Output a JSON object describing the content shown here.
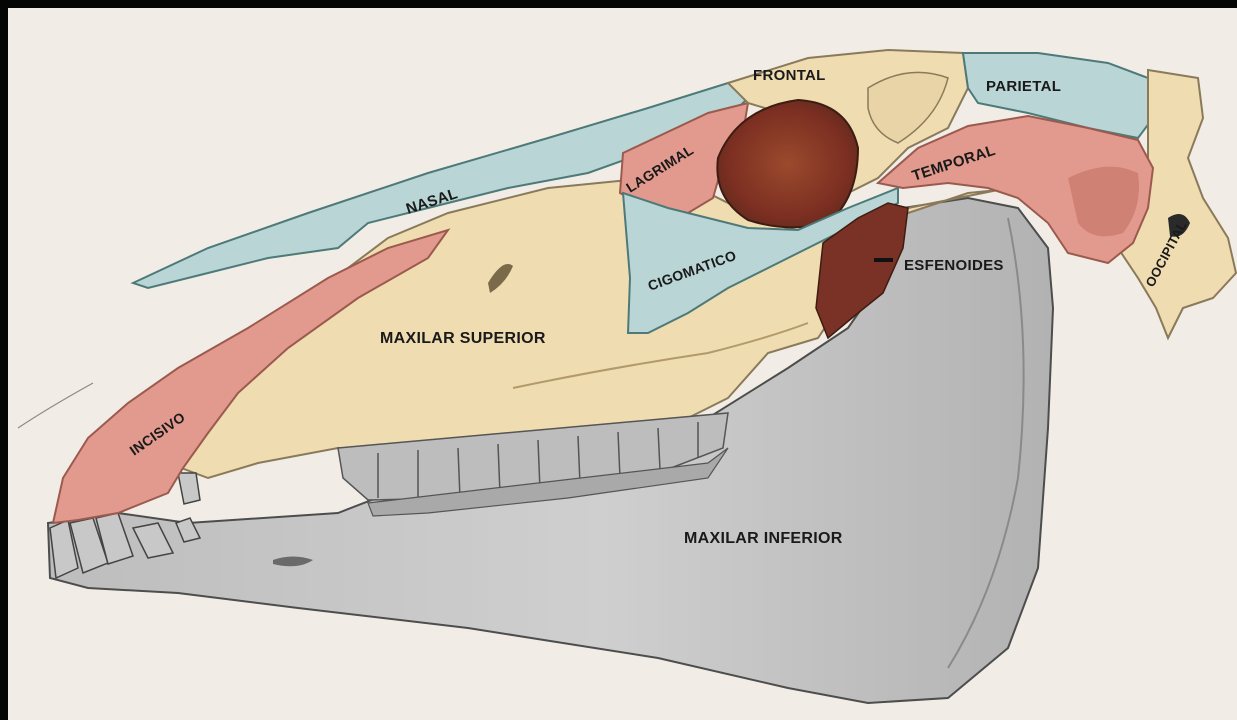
{
  "figure": {
    "labels": {
      "frontal": "FRONTAL",
      "parietal": "PARIETAL",
      "lagrimal": "LAGRIMAL",
      "temporal": "TEMPORAL",
      "nasal": "NASAL",
      "cigomatico": "CIGOMATICO",
      "esfenoides": "ESFENOIDES",
      "oocipital": "OOCIPITAL",
      "maxilar_superior": "MAXILAR SUPERIOR",
      "incisivo": "INCISIVO",
      "maxilar_inferior": "MAXILAR INFERIOR"
    },
    "colors": {
      "background": "#f1ede6",
      "border": "#050505",
      "nasal_parietal_cigomatico": "#b9d5d6",
      "incisivo_lagrimal_temporal": "#e39a8e",
      "maxilar_superior_frontal_occipital": "#efdcb1",
      "maxilar_inferior": "#c9c9c9",
      "orbit_interior": "#8b3a2a",
      "teeth": "#bdbdbd"
    }
  }
}
